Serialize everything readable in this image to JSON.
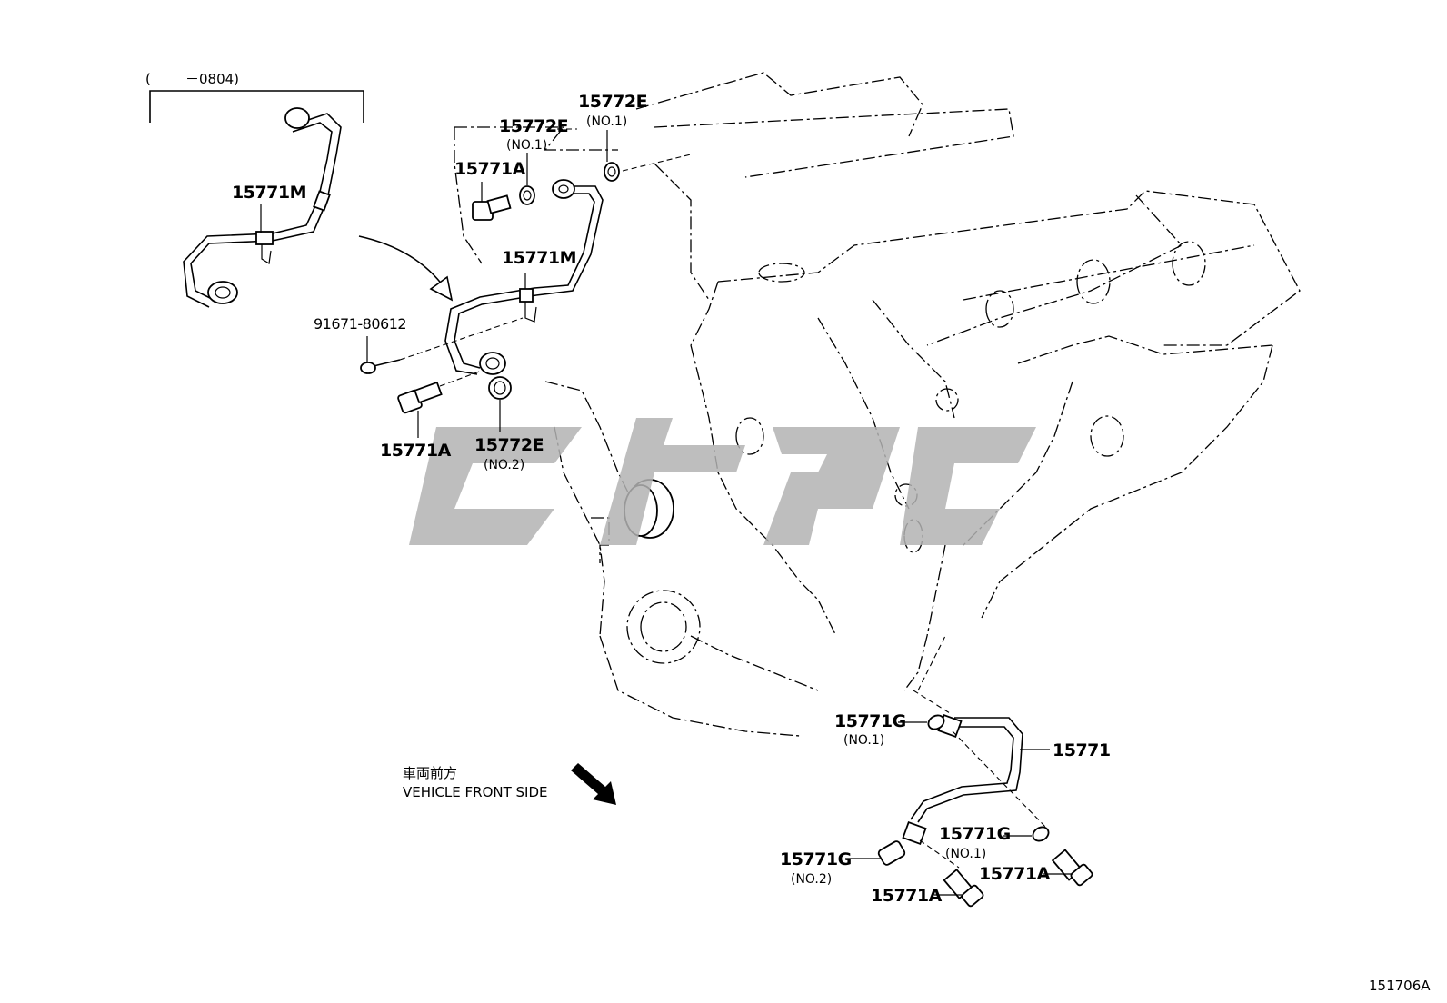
{
  "diagram": {
    "date_range": "(        －0804)",
    "figure_code": "151706A",
    "direction_note": {
      "jp": "車両前方",
      "en": "VEHICLE FRONT SIDE"
    },
    "labels": {
      "hose_old": "15771M",
      "hose_new": "15771M",
      "bolt_top": "15771A",
      "gasket_no1_a": "15772E",
      "gasket_no1_a_sub": "(NO.1)",
      "gasket_no1_b": "15772E",
      "gasket_no1_b_sub": "(NO.1)",
      "screw": "91671-80612",
      "bolt_left": "15771A",
      "gasket_no2": "15772E",
      "gasket_no2_sub": "(NO.2)",
      "g_no1_top": "15771G",
      "g_no1_top_sub": "(NO.1)",
      "tube": "15771",
      "g_no1_right": "15771G",
      "g_no1_right_sub": "(NO.1)",
      "g_no2": "15771G",
      "g_no2_sub": "(NO.2)",
      "bolt_bottom_right": "15771A",
      "bolt_bottom_left": "15771A"
    }
  }
}
